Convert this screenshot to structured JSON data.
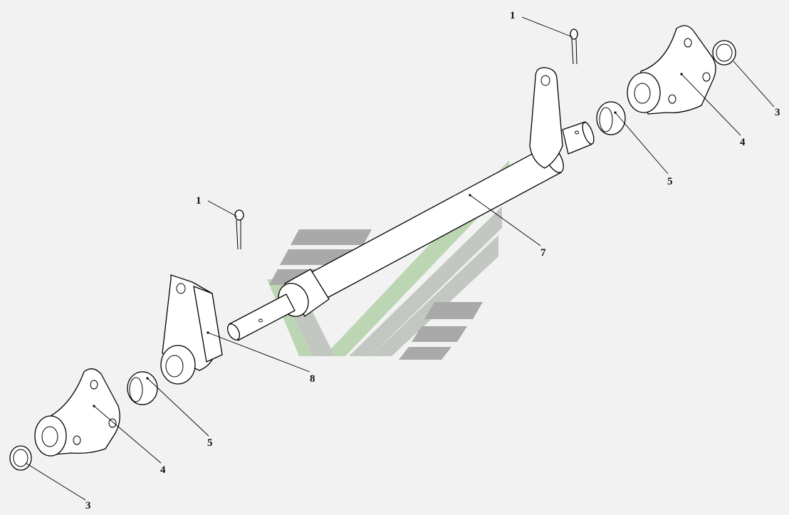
{
  "diagram": {
    "background": "#f2f2f2",
    "watermark_colors": {
      "gray": "#a9a9a9",
      "light": "#c3c7c2",
      "green": "#bcd6b4"
    },
    "callouts": [
      {
        "id": "c1a",
        "text": "1"
      },
      {
        "id": "c1b",
        "text": "1"
      },
      {
        "id": "c3a",
        "text": "3"
      },
      {
        "id": "c3b",
        "text": "3"
      },
      {
        "id": "c4a",
        "text": "4"
      },
      {
        "id": "c4b",
        "text": "4"
      },
      {
        "id": "c5a",
        "text": "5"
      },
      {
        "id": "c5b",
        "text": "5"
      },
      {
        "id": "c7",
        "text": "7"
      },
      {
        "id": "c8",
        "text": "8"
      }
    ]
  }
}
